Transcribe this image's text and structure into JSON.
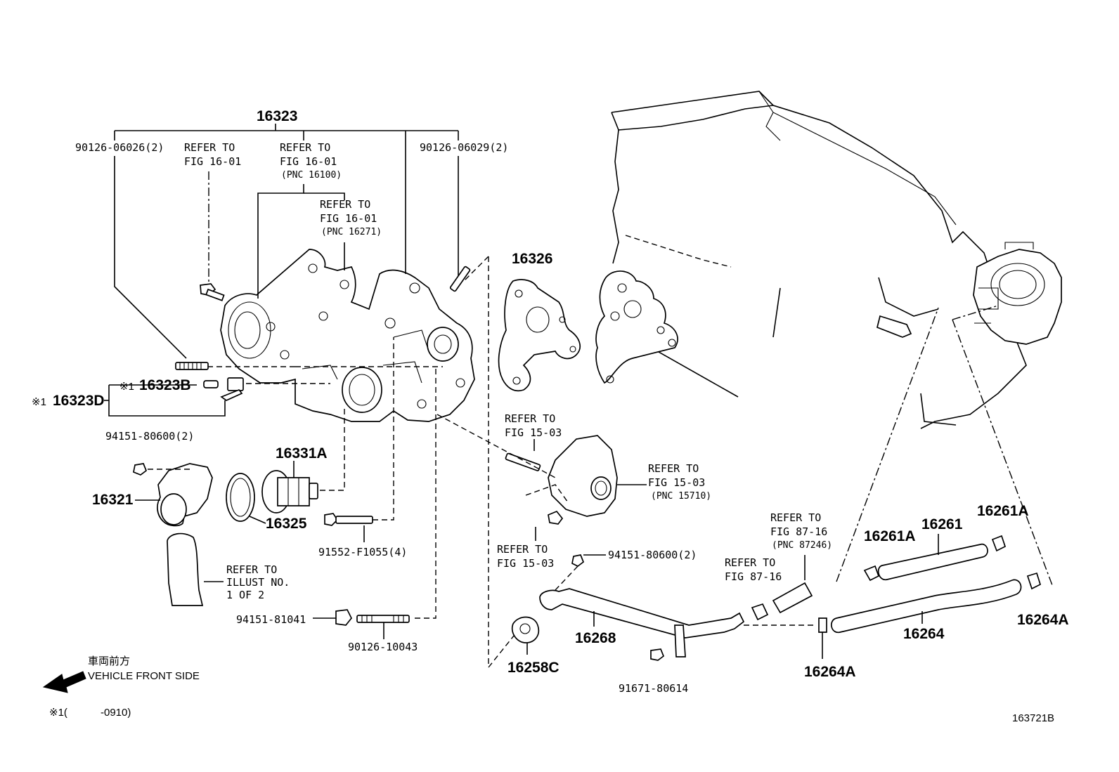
{
  "diagram": {
    "labels": {
      "p16323": "16323",
      "p90126_06026": "90126-06026(2)",
      "ref_fig1601_a_1": "REFER TO",
      "ref_fig1601_a_2": "FIG 16-01",
      "ref_fig1601_b_1": "REFER TO",
      "ref_fig1601_b_2": "FIG 16-01",
      "ref_fig1601_b_3": "(PNC 16100)",
      "p90126_06029": "90126-06029(2)",
      "ref_fig1601_c_1": "REFER TO",
      "ref_fig1601_c_2": "FIG 16-01",
      "ref_fig1601_c_3": "(PNC 16271)",
      "p16326": "16326",
      "p16323b_mark": "※1",
      "p16323b": "16323B",
      "p16323d_mark": "※1",
      "p16323d": "16323D",
      "p94151_80600_a": "94151-80600(2)",
      "p16331a": "16331A",
      "p16321": "16321",
      "p16325": "16325",
      "p91552": "91552-F1055(4)",
      "ref_illust_1": "REFER TO",
      "ref_illust_2": "ILLUST NO.",
      "ref_illust_3": "1 OF 2",
      "p94151_81041": "94151-81041",
      "p90126_10043": "90126-10043",
      "ref_fig1503_a_1": "REFER TO",
      "ref_fig1503_a_2": "FIG 15-03",
      "ref_fig1503_b_1": "REFER TO",
      "ref_fig1503_b_2": "FIG 15-03",
      "ref_fig1503_b_3": "(PNC 15710)",
      "ref_fig1503_c_1": "REFER TO",
      "ref_fig1503_c_2": "FIG 15-03",
      "p94151_80600_b": "94151-80600(2)",
      "p16268": "16268",
      "p16258c": "16258C",
      "p91671": "91671-80614",
      "ref_fig8716_a_1": "REFER TO",
      "ref_fig8716_a_2": "FIG 87-16",
      "ref_fig8716_a_3": "(PNC 87246)",
      "ref_fig8716_b_1": "REFER TO",
      "ref_fig8716_b_2": "FIG 87-16",
      "p16261a_left": "16261A",
      "p16261": "16261",
      "p16261a_right": "16261A",
      "p16264": "16264",
      "p16264a_right": "16264A",
      "p16264a_bottom": "16264A",
      "front_jp": "車両前方",
      "front_en": "VEHICLE FRONT SIDE",
      "footnote_mark": "※1(",
      "footnote_range": "-0910)",
      "illustration_no": "163721B"
    }
  }
}
